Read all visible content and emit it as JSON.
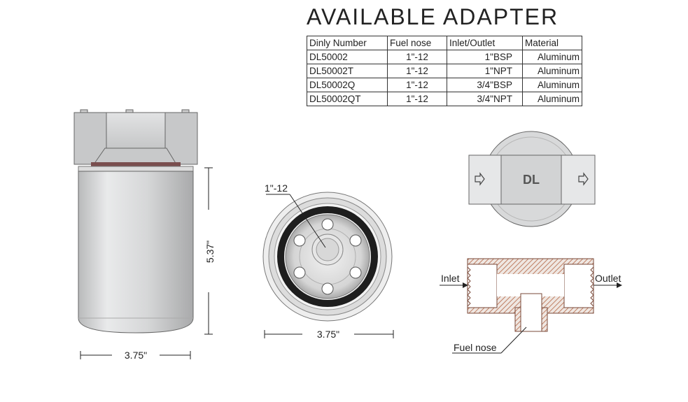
{
  "title": "AVAILABLE ADAPTER",
  "table": {
    "headers": [
      "Dinly Number",
      "Fuel nose",
      "Inlet/Outlet",
      "Material"
    ],
    "rows": [
      [
        "DL50002",
        "1\"-12",
        "1\"BSP",
        "Aluminum"
      ],
      [
        "DL50002T",
        "1\"-12",
        "1\"NPT",
        "Aluminum"
      ],
      [
        "DL50002Q",
        "1\"-12",
        "3/4\"BSP",
        "Aluminum"
      ],
      [
        "DL50002QT",
        "1\"-12",
        "3/4\"NPT",
        "Aluminum"
      ]
    ]
  },
  "side_view": {
    "height_label": "5.37\"",
    "width_label": "3.75\""
  },
  "bottom_view": {
    "thread_label": "1\"-12",
    "width_label": "3.75\""
  },
  "top_view": {
    "logo_text": "DL"
  },
  "section_view": {
    "inlet_label": "Inlet",
    "outlet_label": "Outlet",
    "fuel_nose_label": "Fuel nose"
  },
  "colors": {
    "body": "#d9dadb",
    "outline": "#555555",
    "gasket": "#1e1e1e",
    "hatch": "#bf7f63"
  }
}
